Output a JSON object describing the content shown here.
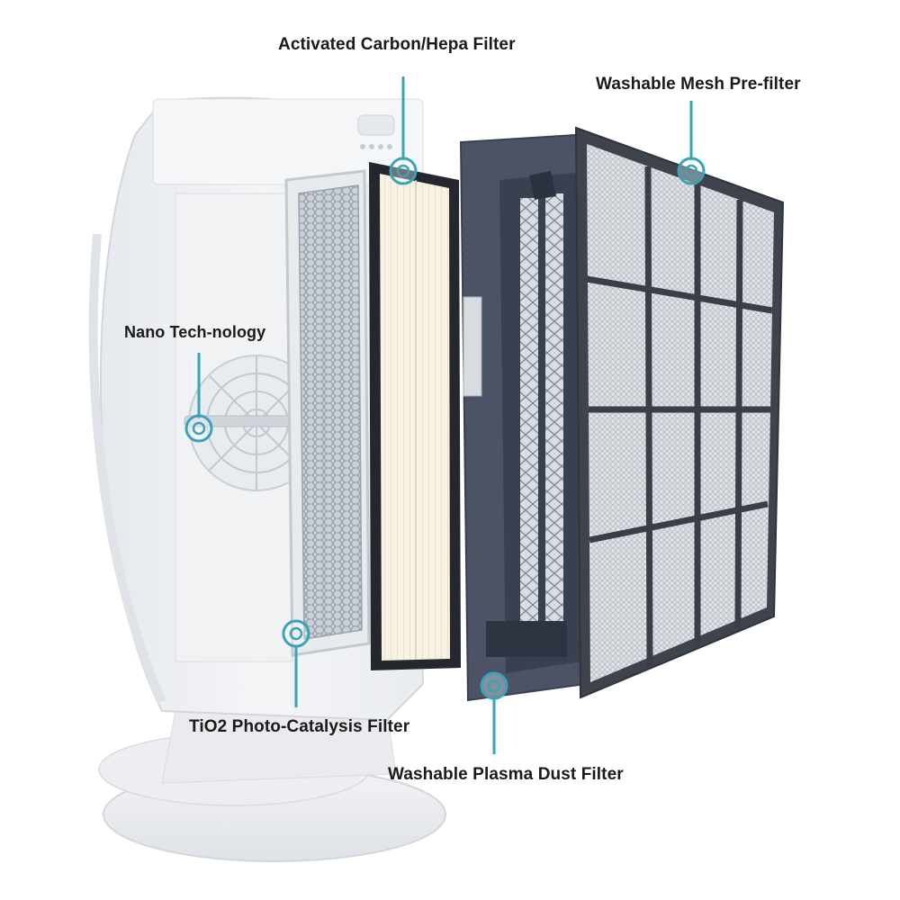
{
  "labels": {
    "carbon_hepa": "Activated Carbon/Hepa Filter",
    "mesh_prefilter": "Washable Mesh Pre-filter",
    "nano_tech": "Nano Tech-nology",
    "tio2": "TiO2 Photo-Catalysis Filter",
    "plasma": "Washable Plasma Dust Filter"
  },
  "colors": {
    "accent": "#3aa3b8",
    "housing": "#eef0f3",
    "housing_edge": "#d6dae0",
    "filter_frame": "#2c2f36",
    "plasma_frame": "#4a5264",
    "hepa_media": "#f6f1e3",
    "mesh_frame": "#3c4048"
  }
}
